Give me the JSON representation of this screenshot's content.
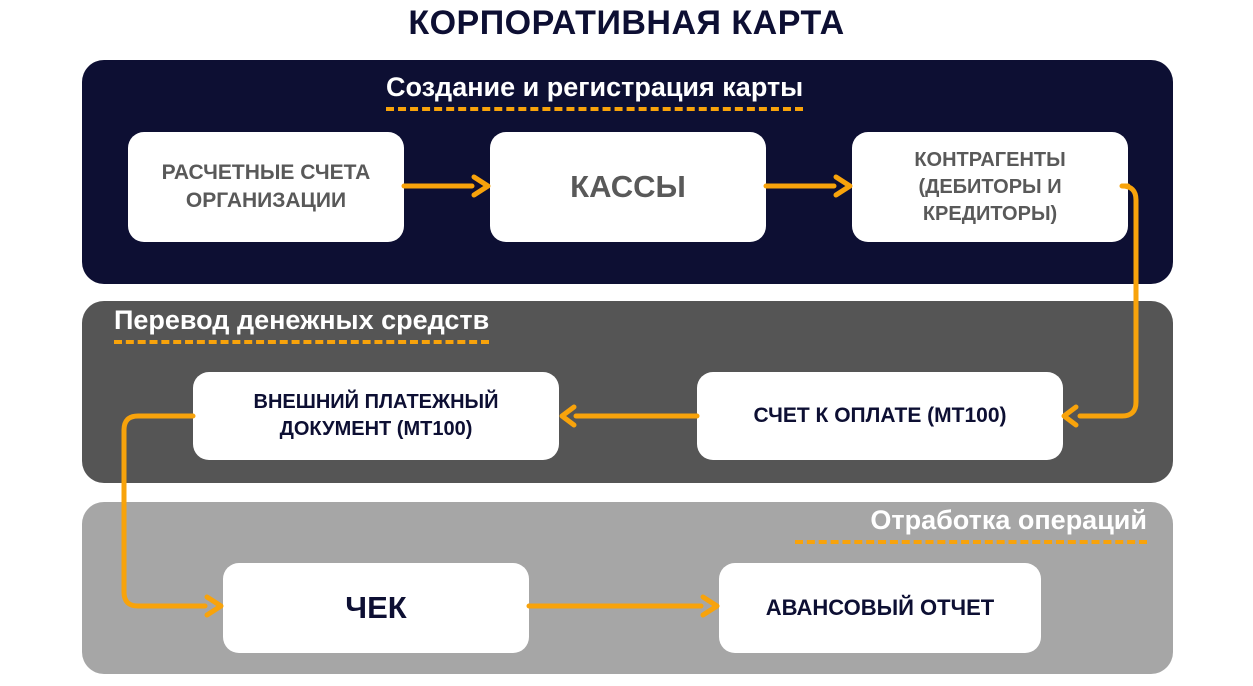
{
  "title": "КОРПОРАТИВНАЯ КАРТА",
  "sections": [
    {
      "title": "Создание и регистрация карты"
    },
    {
      "title": "Перевод денежных средств"
    },
    {
      "title": "Отработка операций"
    }
  ],
  "nodes": {
    "accounts": "РАСЧЕТНЫЕ СЧЕТА ОРГАНИЗАЦИИ",
    "cash": "КАССЫ",
    "counterparties": "КОНТРАГЕНТЫ (ДЕБИТОРЫ И КРЕДИТОРЫ)",
    "invoice": "СЧЕТ К ОПЛАТЕ (МТ100)",
    "external_payment": "ВНЕШНИЙ ПЛАТЕЖНЫЙ ДОКУМЕНТ (МТ100)",
    "receipt": "ЧЕК",
    "advance_report": "АВАНСОВЫЙ ОТЧЕТ"
  },
  "colors": {
    "navy": "#0d0f33",
    "dark_gray": "#555555",
    "light_gray": "#a6a6a6",
    "arrow": "#f8a30b",
    "box_text_gray": "#595959"
  }
}
